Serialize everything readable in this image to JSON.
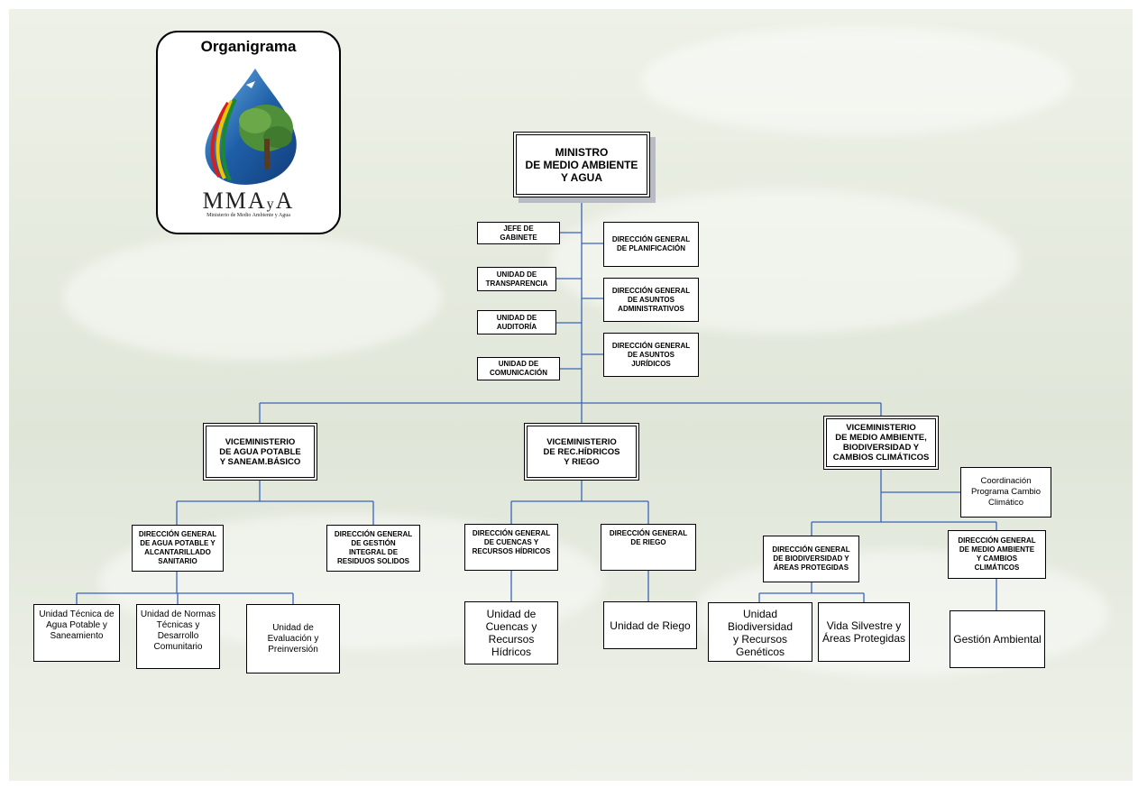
{
  "logo": {
    "title": "Organigrama",
    "mark_main": "MMA",
    "mark_small": "y",
    "mark_end": "A",
    "subtitle": "Ministerio de Medio Ambiente y Agua"
  },
  "minister": [
    "MINISTRO",
    "DE MEDIO AMBIENTE",
    "Y AGUA"
  ],
  "staff_left": [
    [
      "JEFE DE",
      "GABINETE"
    ],
    [
      "UNIDAD DE",
      "TRANSPARENCIA"
    ],
    [
      "UNIDAD DE",
      "AUDITORÍA"
    ],
    [
      "UNIDAD DE",
      "COMUNICACIÓN"
    ]
  ],
  "staff_right": [
    [
      "DIRECCIÓN GENERAL",
      "DE PLANIFICACIÓN"
    ],
    [
      "DIRECCIÓN GENERAL",
      "DE ASUNTOS",
      "ADMINISTRATIVOS"
    ],
    [
      "DIRECCIÓN GENERAL",
      "DE ASUNTOS",
      "JURÍDICOS"
    ]
  ],
  "vice": [
    [
      "VICEMINISTERIO",
      "DE AGUA POTABLE",
      "Y SANEAM.BÁSICO"
    ],
    [
      "VICEMINISTERIO",
      "DE REC.HÍDRICOS",
      "Y RIEGO"
    ],
    [
      "VICEMINISTERIO",
      "DE MEDIO AMBIENTE,",
      "BIODIVERSIDAD Y",
      "CAMBIOS CLIMÁTICOS"
    ]
  ],
  "coordination": [
    "Coordinación",
    "Programa Cambio",
    "Climático"
  ],
  "directions": [
    [
      "DIRECCIÓN GENERAL",
      "DE AGUA POTABLE Y",
      "ALCANTARILLADO",
      "SANITARIO"
    ],
    [
      "DIRECCIÓN GENERAL",
      "DE GESTIÓN",
      "INTEGRAL DE",
      "RESIDUOS SOLIDOS"
    ],
    [
      "DIRECCIÓN GENERAL",
      "DE CUENCAS Y",
      "RECURSOS HÍDRICOS"
    ],
    [
      "DIRECCIÓN GENERAL",
      "DE RIEGO"
    ],
    [
      "DIRECCIÓN GENERAL",
      "DE BIODIVERSIDAD Y",
      "ÁREAS PROTEGIDAS"
    ],
    [
      "DIRECCIÓN GENERAL",
      "DE MEDIO AMBIENTE",
      "Y CAMBIOS",
      "CLIMÁTICOS"
    ]
  ],
  "units": [
    [
      "Unidad Técnica de",
      "Agua Potable y",
      "Saneamiento"
    ],
    [
      "Unidad de Normas",
      "Técnicas y",
      "Desarrollo",
      "Comunitario"
    ],
    [
      "Unidad de",
      "Evaluación  y",
      "Preinversión"
    ],
    [
      "Unidad de",
      "Cuencas y",
      "Recursos Hídricos"
    ],
    [
      "Unidad de Riego"
    ],
    [
      "Unidad Biodiversidad",
      "y Recursos",
      "Genéticos"
    ],
    [
      "Vida Silvestre y",
      "Áreas Protegidas"
    ],
    [
      "Gestión Ambiental"
    ]
  ],
  "colors": {
    "connector": "#3a63b8",
    "box_border": "#000000",
    "shadow": "#b7bcc4"
  }
}
